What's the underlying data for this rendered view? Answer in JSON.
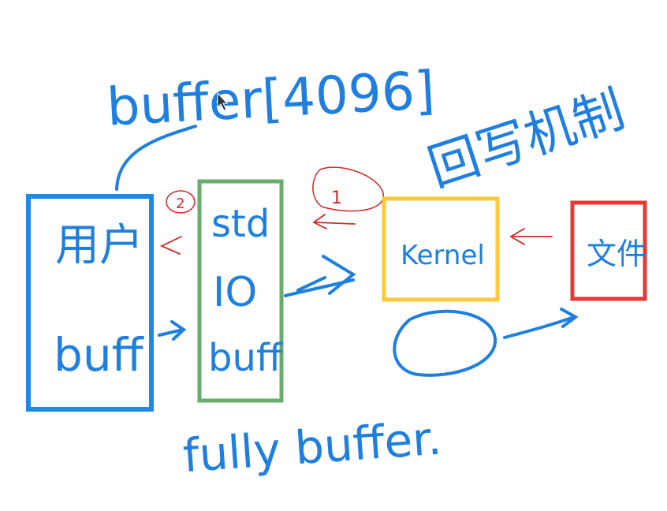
{
  "annotations": {
    "buffer_label": "buffer[4096]",
    "writeback_label": "回写机制",
    "fully_buffer_label": "fully buffer."
  },
  "boxes": {
    "user_buff": {
      "line1": "用户",
      "line2": "buff",
      "color": "#1e88e5"
    },
    "std_io_buff": {
      "line1": "std",
      "line2": "IO",
      "line3": "buff",
      "color": "#6aab6e"
    },
    "kernel": {
      "label": "Kernel",
      "color": "#fbc93a"
    },
    "file": {
      "label": "文件",
      "color": "#e53935"
    }
  },
  "step_markers": {
    "step1": "1",
    "step2": "2",
    "color": "#cc2a2a"
  },
  "colors": {
    "ink_blue": "#1e7fe0",
    "ink_red": "#cc2a2a"
  },
  "icons": [
    "pointer-cursor-icon"
  ]
}
